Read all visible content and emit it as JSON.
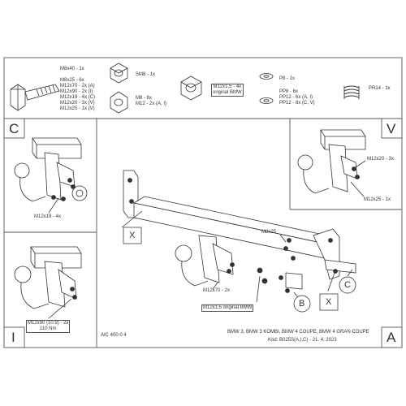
{
  "parts": {
    "bolt_main": "M8x40 - 1x",
    "bolt_list": [
      "M8x25 - 6x",
      "M12x70 - 2x (A)",
      "M12x90 - 2x (I)",
      "M12x19 - 4x (C)",
      "M12x20 - 3x (V)",
      "M12x25 - 1x (V)"
    ],
    "nut_m8": "SM8 - 1x",
    "nut_m12_a": "M8 - 6x",
    "nut_m12_b": "M12 - 2x (A, I)",
    "nut_bmw": [
      "M12x1,5 - 4x",
      "original BMW"
    ],
    "washer_a": "P8 - 1x",
    "washer_list": [
      "PP8 - 6x",
      "PP12 - 6x (A, I)",
      "PP12 - 8x (C, V)"
    ],
    "spring": "PR14 - 1x"
  },
  "panels": {
    "c": {
      "letter": "C",
      "bolt": "M12x19 - 4x"
    },
    "v": {
      "letter": "V",
      "bolt_a": "M12x20 - 3x",
      "bolt_b": "M12x25 - 1x"
    },
    "i": {
      "letter": "I",
      "bolt": [
        "M12x90 (10.9) - 2x",
        "110 Nm"
      ]
    },
    "a": {
      "letter": "A"
    }
  },
  "main": {
    "x_left": "X",
    "x_right": "X",
    "b": "B",
    "c": "C",
    "m8x25": "M8x25",
    "m12x70": "M12x70 - 2x",
    "m12bmw": "M12x1,5 original BMW"
  },
  "footer": {
    "code": "AIC 400 0 4",
    "models": "BMW 3, BMW 3 KOMBI, BMW 4 COUPE, BMW 4 GRAN COUPE",
    "kod": "Kód: B025S(A,I,C) - 21. 4. 2023"
  }
}
